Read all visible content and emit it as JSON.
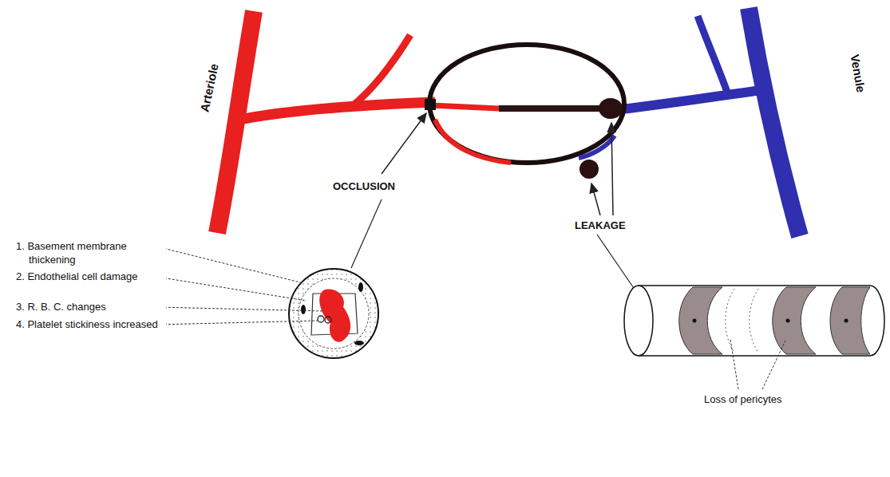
{
  "diagram": {
    "labels": [
      "Arteriole",
      "Venule",
      "OCCLUSION",
      "LEAKAGE",
      "1. Basement membrane thickening",
      "2. Endothelial cell damage",
      "3. R. B. C. changes",
      "4. Platelet stickiness increased",
      "Loss of pericytes"
    ]
  }
}
